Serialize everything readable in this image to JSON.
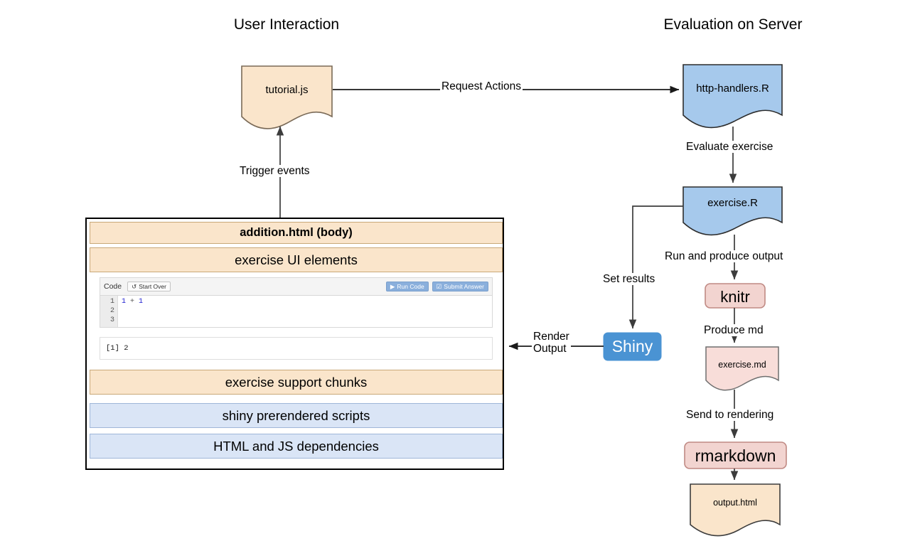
{
  "columns": {
    "left_heading": "User Interaction",
    "right_heading": "Evaluation on Server"
  },
  "nodes": {
    "tutorial_js": "tutorial.js",
    "http_handlers": "http-handlers.R",
    "exercise_r": "exercise.R",
    "knitr": "knitr",
    "exercise_md": "exercise.md",
    "rmarkdown": "rmarkdown",
    "output_html": "output.html",
    "shiny": "Shiny"
  },
  "edges": {
    "request_actions": "Request Actions",
    "trigger_events": "Trigger events",
    "evaluate_exercise": "Evaluate exercise",
    "run_and_produce_output": "Run and produce output",
    "produce_md": "Produce md",
    "send_to_rendering": "Send to rendering",
    "set_results": "Set results",
    "render_output_line1": "Render",
    "render_output_line2": "Output"
  },
  "html_panel": {
    "title": "addition.html (body)",
    "bands": [
      {
        "label": "exercise UI elements",
        "style": "orange"
      },
      {
        "label": "exercise support chunks",
        "style": "orange"
      },
      {
        "label": "shiny prerendered scripts",
        "style": "blue"
      },
      {
        "label": "HTML and JS dependencies",
        "style": "blue"
      }
    ],
    "exercise": {
      "toolbar_label": "Code",
      "start_over_label": "Start Over",
      "run_code_label": "Run Code",
      "submit_answer_label": "Submit Answer",
      "gutter": [
        "1",
        "2",
        "3"
      ],
      "code_line_1": {
        "left": "1",
        "op": " + ",
        "right": "1"
      },
      "output_text": "[1] 2"
    }
  },
  "colors": {
    "orange_fill": "#fae5cb",
    "orange_stroke": "#7a6a57",
    "blue_fill": "#a6c9ec",
    "blue_stroke": "#2d2d2d",
    "pink_fill": "#f2d4d0",
    "pink_stroke": "#c08a84",
    "shiny_fill": "#4a93d3",
    "band_blue_fill": "#dae5f6",
    "arrow_stroke": "#3c3c3c"
  }
}
